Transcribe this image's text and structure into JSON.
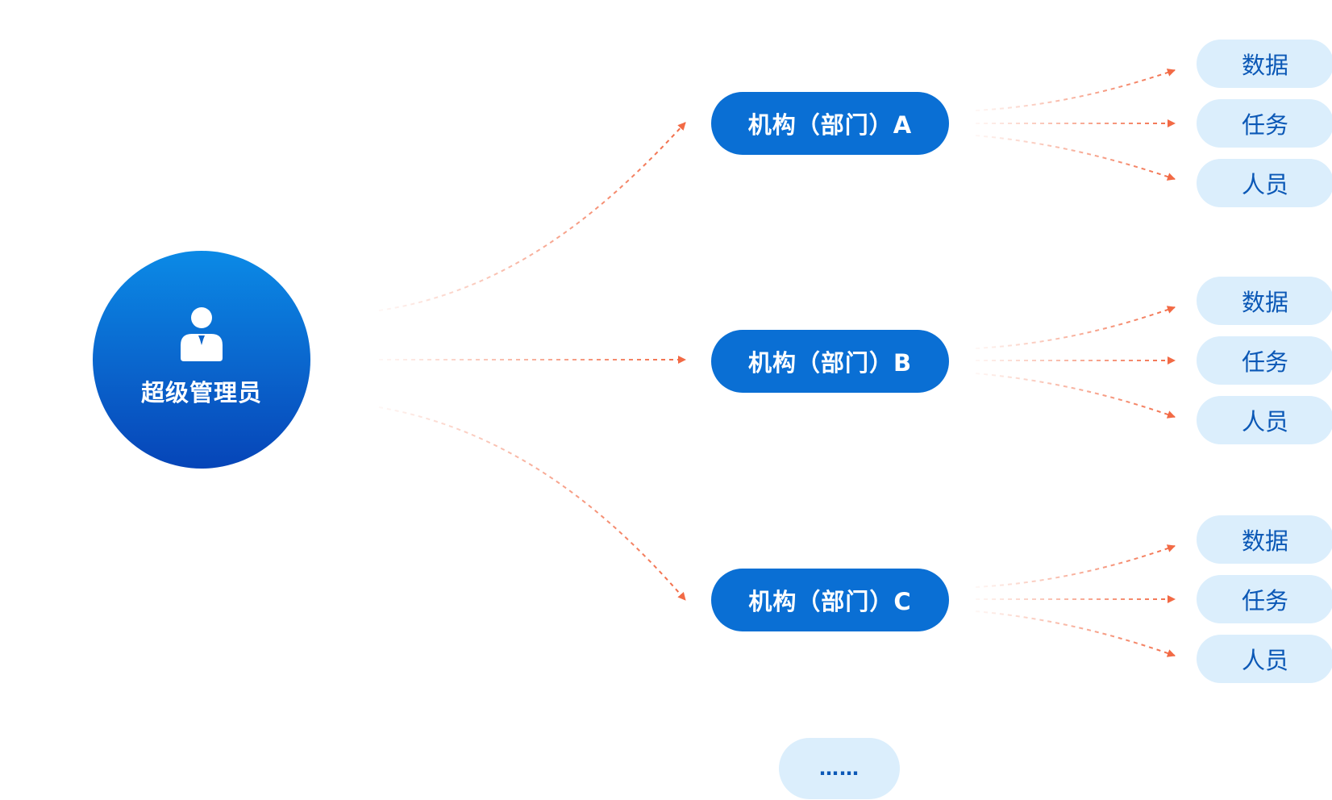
{
  "root": {
    "label": "超级管理员",
    "icon": "admin-user-icon"
  },
  "orgs": [
    {
      "label": "机构（部门）A",
      "children": [
        "数据",
        "任务",
        "人员"
      ]
    },
    {
      "label": "机构（部门）B",
      "children": [
        "数据",
        "任务",
        "人员"
      ]
    },
    {
      "label": "机构（部门）C",
      "children": [
        "数据",
        "任务",
        "人员"
      ]
    }
  ],
  "more": {
    "label": "……"
  },
  "colors": {
    "root_gradient_top": "#0b8ae6",
    "root_gradient_bottom": "#0645b8",
    "org_fill": "#0a6fd4",
    "leaf_fill": "#dbeefc",
    "leaf_text": "#0b58b6",
    "arrow": "#f26a45"
  }
}
